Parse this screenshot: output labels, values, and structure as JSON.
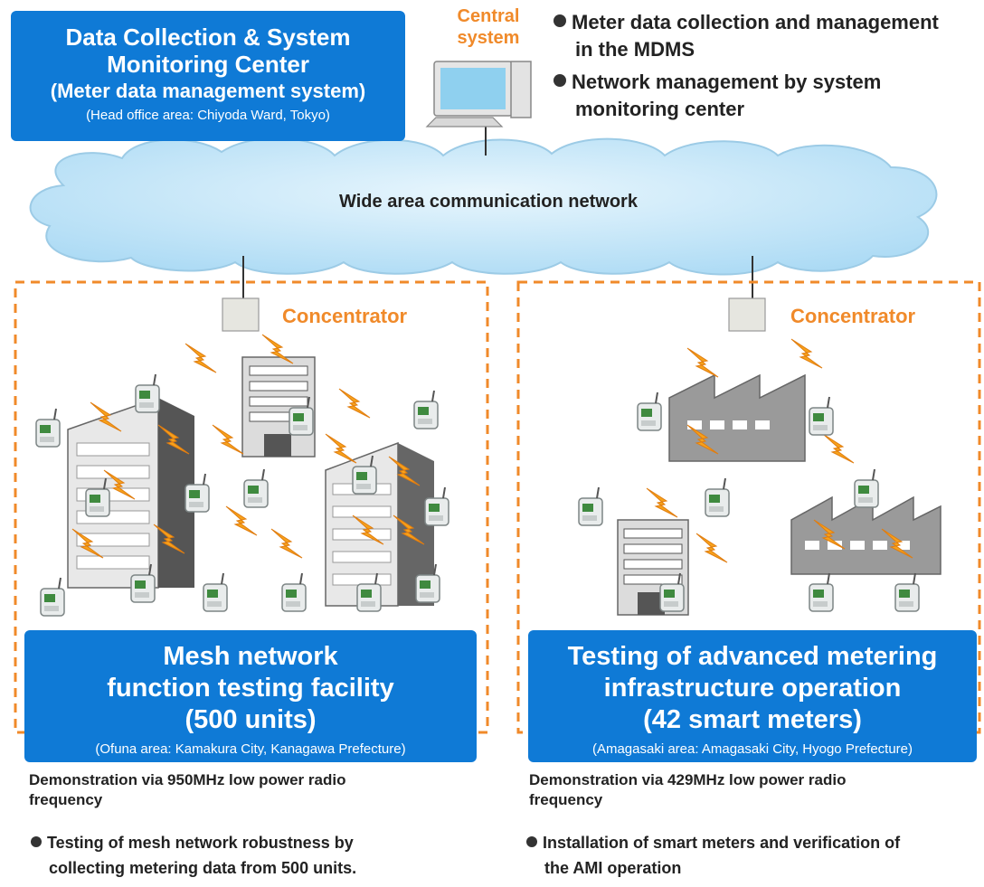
{
  "head_office": {
    "title_line1": "Data Collection & System",
    "title_line2": "Monitoring Center",
    "title_line3": "(Meter data management system)",
    "location": "(Head office area: Chiyoda Ward, Tokyo)"
  },
  "central_system": {
    "label_line1": "Central",
    "label_line2": "system",
    "bullets": [
      {
        "line1": "Meter data collection and management",
        "line2": "in the MDMS"
      },
      {
        "line1": "Network management by system",
        "line2": "monitoring center"
      }
    ]
  },
  "network": {
    "label": "Wide area communication network"
  },
  "left_facility": {
    "concentrator_label": "Concentrator",
    "title_line1": "Mesh network",
    "title_line2": "function testing facility",
    "title_line3": "(500 units)",
    "location": "(Ofuna area: Kamakura City, Kanagawa Prefecture)",
    "demo_line1": "Demonstration via 950MHz low power radio",
    "demo_line2": "frequency",
    "bottom_line1": "Testing of mesh network robustness by",
    "bottom_line2": "collecting metering data from 500 units."
  },
  "right_facility": {
    "concentrator_label": "Concentrator",
    "title_line1": "Testing of advanced metering",
    "title_line2": "infrastructure operation",
    "title_line3": "(42 smart meters)",
    "location": "(Amagasaki area: Amagasaki City, Hyogo Prefecture)",
    "demo_line1": "Demonstration via 429MHz low power radio",
    "demo_line2": "frequency",
    "bottom_line1": "Installation of smart meters and verification of",
    "bottom_line2": "the AMI operation"
  },
  "colors": {
    "box_blue": "#0f7ad6",
    "accent_orange": "#f08a2a",
    "cloud_blue": "#bfe3f7",
    "lightning": "#f7a21b",
    "building_gray": "#9a9a9a"
  }
}
